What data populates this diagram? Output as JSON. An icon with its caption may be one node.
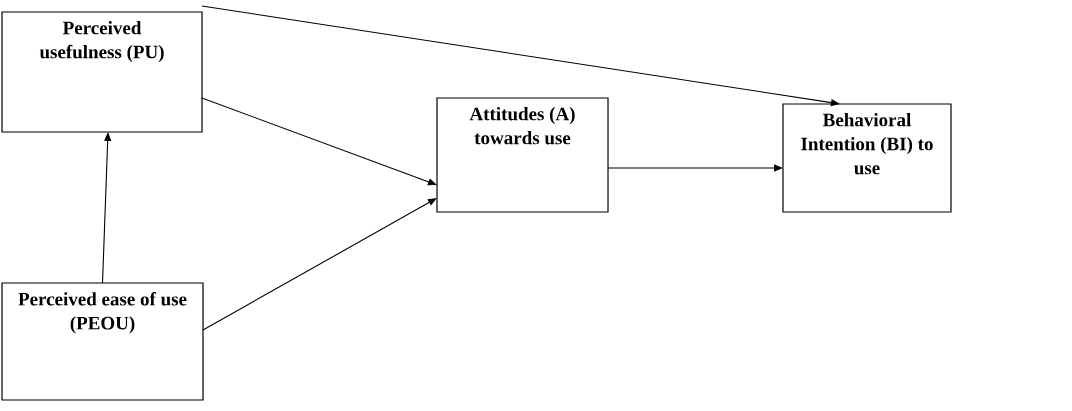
{
  "diagram": {
    "nodes": [
      {
        "text": [
          "Perceived usefulness (PU)"
        ]
      },
      {
        "text": [
          "Perceived ease of use (PEOU)"
        ]
      },
      {
        "text": [
          "Attitudes (A) towards use"
        ]
      },
      {
        "text": [
          "Behavioral Intention (BI) to use"
        ]
      }
    ],
    "edges": [
      {
        "from": 0,
        "to": 3,
        "arrow": "to"
      },
      {
        "from": 0,
        "to": 2,
        "arrow": "to"
      },
      {
        "from": 1,
        "to": 2,
        "arrow": "to"
      },
      {
        "from": 1,
        "to": 0,
        "arrow": "to"
      },
      {
        "from": 2,
        "to": 3,
        "arrow": "to"
      }
    ]
  }
}
